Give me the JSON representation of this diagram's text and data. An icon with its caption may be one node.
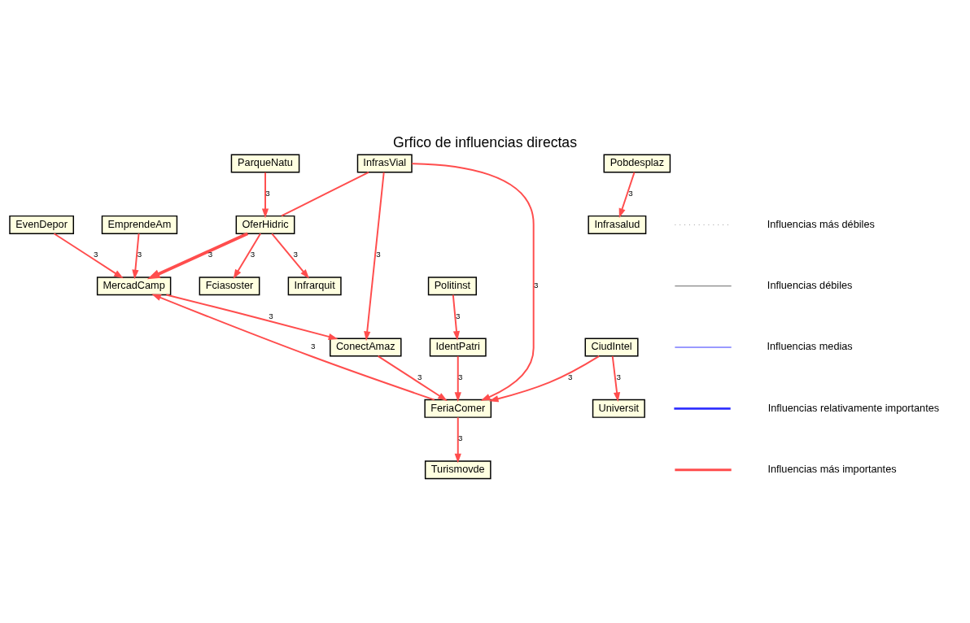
{
  "diagram": {
    "title": "Grfico de influencias directas",
    "nodes": [
      {
        "text": [
          "Fciasoster"
        ]
      },
      {
        "text": [
          "ConectAmaz"
        ]
      },
      {
        "text": [
          "ParqueNatu"
        ]
      },
      {
        "text": [
          "FeriaComer"
        ]
      },
      {
        "text": [
          "MercadCamp"
        ]
      },
      {
        "text": [
          "EvenDepor"
        ]
      },
      {
        "text": [
          "IdentPatri"
        ]
      },
      {
        "text": [
          "EmprendeAm"
        ]
      },
      {
        "text": [
          "InfrasVial"
        ]
      },
      {
        "text": [
          "OferHidric"
        ]
      },
      {
        "text": [
          "Politinst"
        ]
      },
      {
        "text": [
          "Infrarquit"
        ]
      },
      {
        "text": [
          "CiudIntel"
        ]
      },
      {
        "text": [
          "Universit"
        ]
      },
      {
        "text": [
          "Turismovde"
        ]
      },
      {
        "text": [
          "Infrasalud"
        ]
      },
      {
        "text": [
          "Pobdesplaz"
        ]
      }
    ],
    "edges": [
      {
        "from": 1,
        "to": 3,
        "arrow": "to",
        "label": "3"
      },
      {
        "from": 8,
        "to": 1,
        "arrow": "to",
        "label": "3"
      },
      {
        "from": 3,
        "to": 4,
        "arrow": "to",
        "label": "3"
      },
      {
        "from": 12,
        "to": 3,
        "arrow": "to",
        "label": "3"
      },
      {
        "from": 8,
        "to": 3,
        "arrow": "to",
        "label": "3"
      },
      {
        "from": 6,
        "to": 3,
        "arrow": "to",
        "label": "3"
      },
      {
        "from": 4,
        "to": 1,
        "arrow": "to",
        "label": "3"
      },
      {
        "from": 5,
        "to": 4,
        "arrow": "to",
        "label": "3"
      },
      {
        "from": 7,
        "to": 4,
        "arrow": "to",
        "label": "3"
      },
      {
        "from": 9,
        "to": 4,
        "arrow": "to",
        "label": "3",
        "style": "thick"
      },
      {
        "from": 9,
        "to": 0,
        "arrow": "to",
        "label": "3"
      },
      {
        "from": 2,
        "to": 9,
        "arrow": "to",
        "label": "3"
      },
      {
        "from": 10,
        "to": 6,
        "arrow": "to",
        "label": "3"
      },
      {
        "from": 3,
        "to": 14,
        "arrow": "to",
        "label": "3"
      },
      {
        "from": 8,
        "to": 9,
        "arrow": "none"
      },
      {
        "from": 9,
        "to": 11,
        "arrow": "to",
        "label": "3"
      },
      {
        "from": 12,
        "to": 13,
        "arrow": "to",
        "label": "3"
      },
      {
        "from": 16,
        "to": 15,
        "arrow": "to",
        "label": "3"
      }
    ],
    "legend": [
      {
        "text": "Influencias más débiles"
      },
      {
        "text": "Influencias débiles"
      },
      {
        "text": "Influencias medias"
      },
      {
        "text": "Influencias relativamente importantes"
      },
      {
        "text": "Influencias más importantes"
      }
    ]
  }
}
